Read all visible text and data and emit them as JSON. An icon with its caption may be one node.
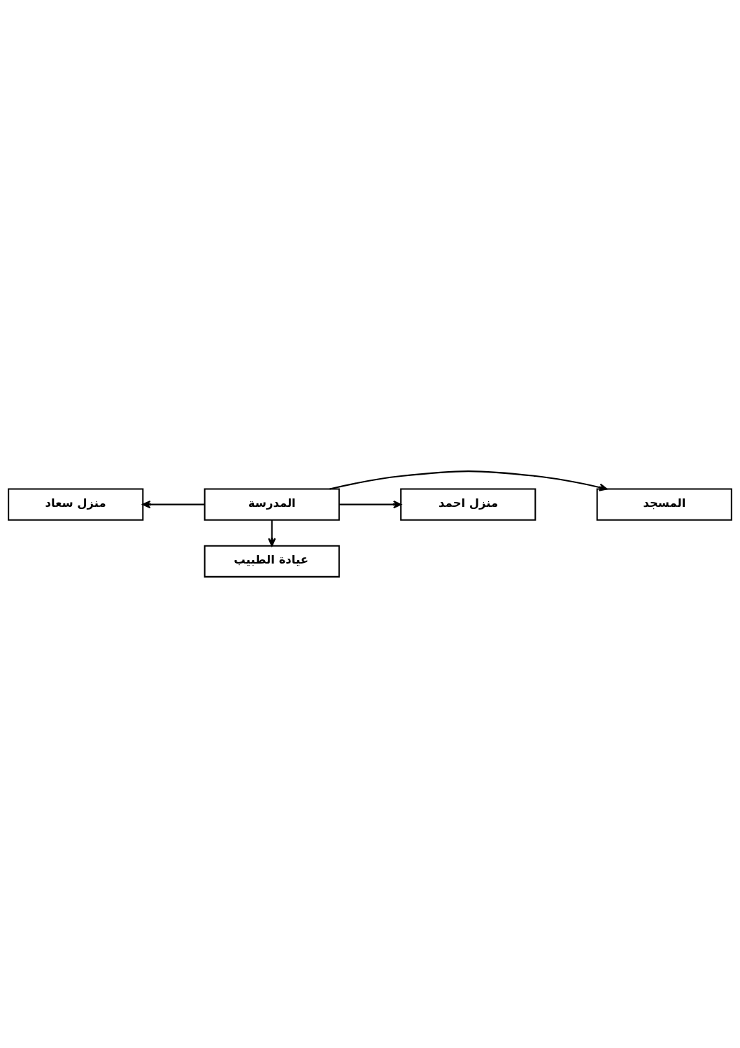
{
  "diagram": {
    "nodes": [
      {
        "text": [
          "منزل سعاد"
        ]
      },
      {
        "text": [
          "منزل احمد"
        ]
      },
      {
        "text": [
          "المدرسة"
        ]
      },
      {
        "text": [
          "المسجد"
        ]
      },
      {
        "text": [
          "عيادة الطبيب"
        ]
      }
    ],
    "edges": [
      {
        "from": 2,
        "to": 0,
        "arrow": "to"
      },
      {
        "from": 2,
        "to": 1,
        "arrow": "to"
      },
      {
        "from": 2,
        "to": 3,
        "arrow": "to"
      },
      {
        "from": 2,
        "to": 4,
        "arrow": "to"
      }
    ]
  }
}
